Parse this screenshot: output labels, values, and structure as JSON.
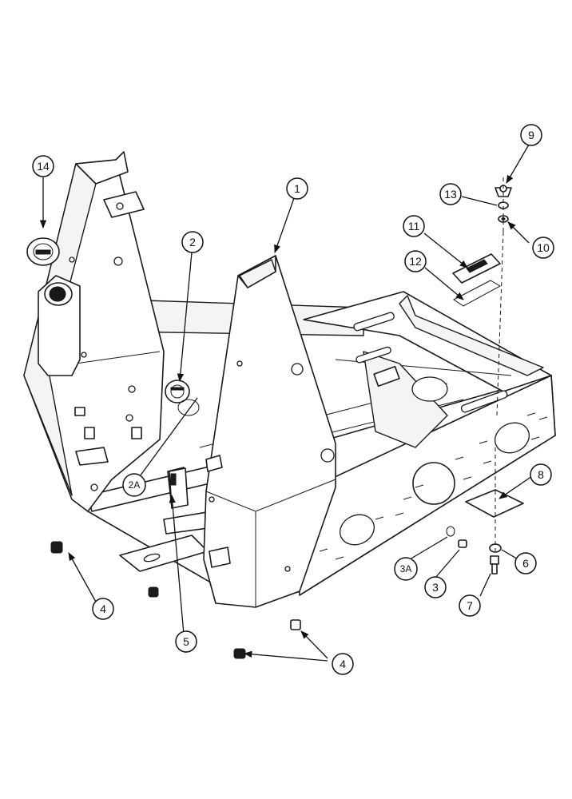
{
  "diagram": {
    "callouts": {
      "c1": "1",
      "c2": "2",
      "c2a": "2A",
      "c3": "3",
      "c3a": "3A",
      "c4a": "4",
      "c4b": "4",
      "c5": "5",
      "c6": "6",
      "c7": "7",
      "c8": "8",
      "c9": "9",
      "c10": "10",
      "c11": "11",
      "c12": "12",
      "c13": "13",
      "c14": "14"
    }
  }
}
